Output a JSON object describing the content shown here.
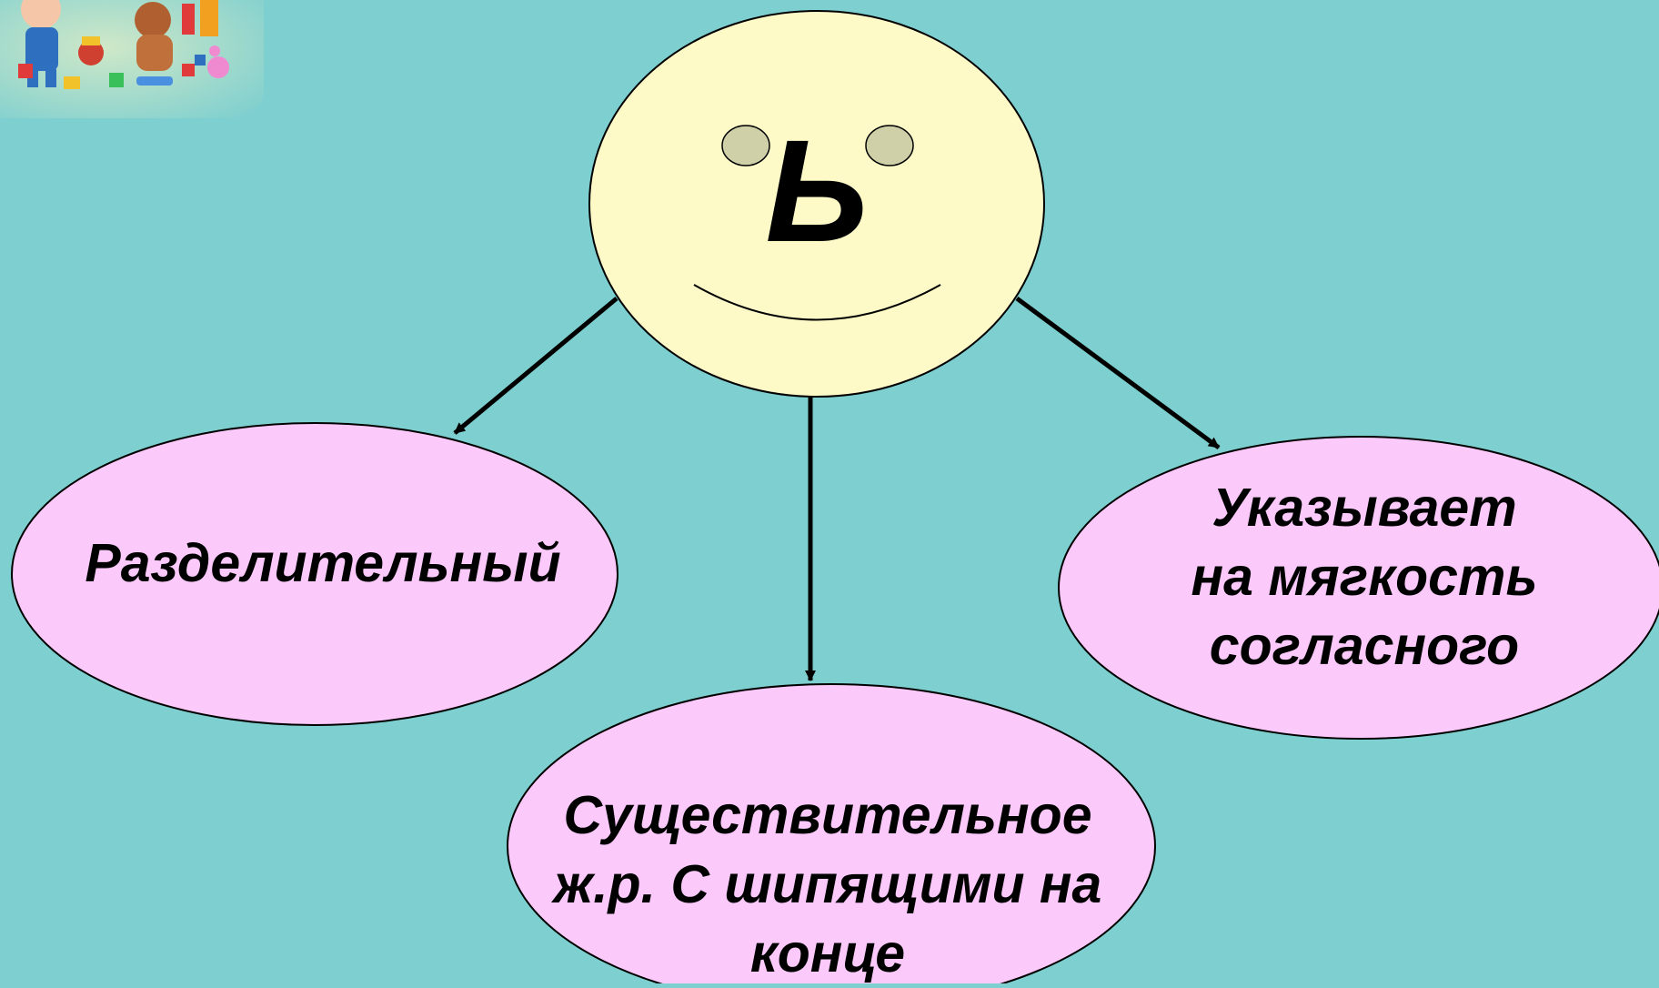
{
  "center": {
    "letter": "Ь"
  },
  "nodes": {
    "left": {
      "lines": [
        "Разделительный"
      ]
    },
    "bottom": {
      "lines": [
        "Существительное",
        "ж.р. С шипящими на",
        "конце"
      ]
    },
    "right": {
      "lines": [
        "Указывает",
        "на мягкость",
        "согласного"
      ]
    }
  },
  "colors": {
    "background": "#7ecfcf",
    "center_fill": "#fdfac8",
    "node_fill": "#fbcafb",
    "eye_fill": "#cfcfa8",
    "stroke": "#000000"
  }
}
